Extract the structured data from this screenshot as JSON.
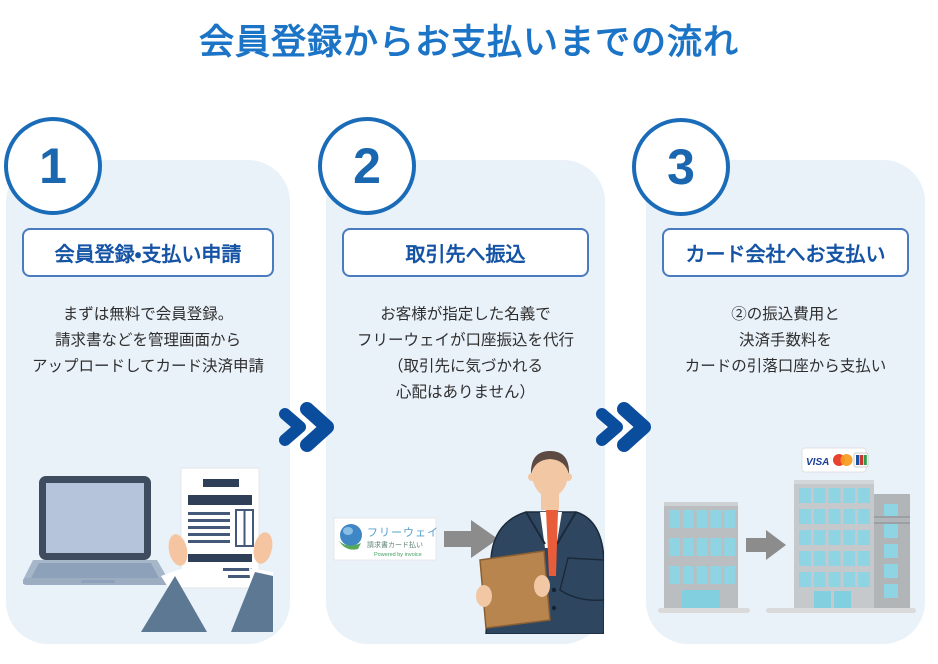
{
  "title": "会員登録からお支払いまでの流れ",
  "steps": [
    {
      "number": "1",
      "label": "会員登録・支払い申請",
      "description": "まずは無料で会員登録。\n請求書などを管理画面から\nアップロードしてカード決済申請"
    },
    {
      "number": "2",
      "label": "取引先へ振込",
      "description": "お客様が指定した名義で\nフリーウェイが口座振込を代行\n（取引先に気づかれる\n心配はありません）"
    },
    {
      "number": "3",
      "label": "カード会社へお支払い",
      "description": "②の振込費用と\n決済手数料を\nカードの引落口座から支払い"
    }
  ],
  "freeway_logo": {
    "line1": "フリーウェイ",
    "line2": "請求書カード払い",
    "line3": "Powered by invoice"
  },
  "card_sign": {
    "visa": "VISA"
  },
  "colors": {
    "title_blue": "#1b74c6",
    "chevron_blue": "#0b4d9d",
    "card_bg": "#e9f1f9",
    "label_text": "#1553a5",
    "window_cyan": "#8ed4e3",
    "tie_orange": "#e85c3a"
  }
}
